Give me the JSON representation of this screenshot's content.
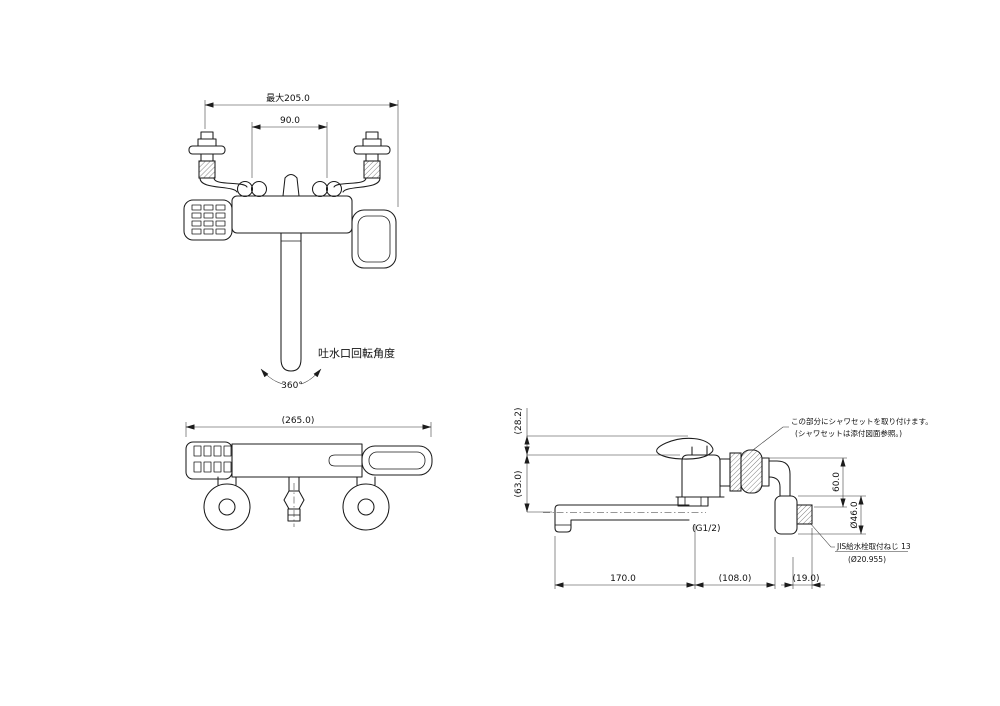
{
  "meta": {
    "background": "#ffffff",
    "line_color": "#1c1c1c"
  },
  "front_view": {
    "dim_max_width": "最大205.0",
    "dim_inlet_pitch": "90.0",
    "spout_rotation_note": "吐水口回転角度",
    "spout_rotation_angle": "360°"
  },
  "bottom_view": {
    "dim_overall_width": "(265.0)"
  },
  "side_view": {
    "dim_handle_height": "(28.2)",
    "dim_body_to_spout_center": "(63.0)",
    "dim_spout_length": "170.0",
    "dim_body_to_wall": "(108.0)",
    "dim_wall_nipple": "(19.0)",
    "dim_spout_thread": "(G1/2)",
    "dim_shower_port_offset": "60.0",
    "dim_flange_diameter": "Ø46.0",
    "note_shower_line1": "この部分にシャワセットを取り付けます。",
    "note_shower_line2": "(シャワセットは添付図面参照。)",
    "note_thread_line1": "JIS給水栓取付ねじ 13",
    "note_thread_line2": "(Ø20.955)"
  }
}
